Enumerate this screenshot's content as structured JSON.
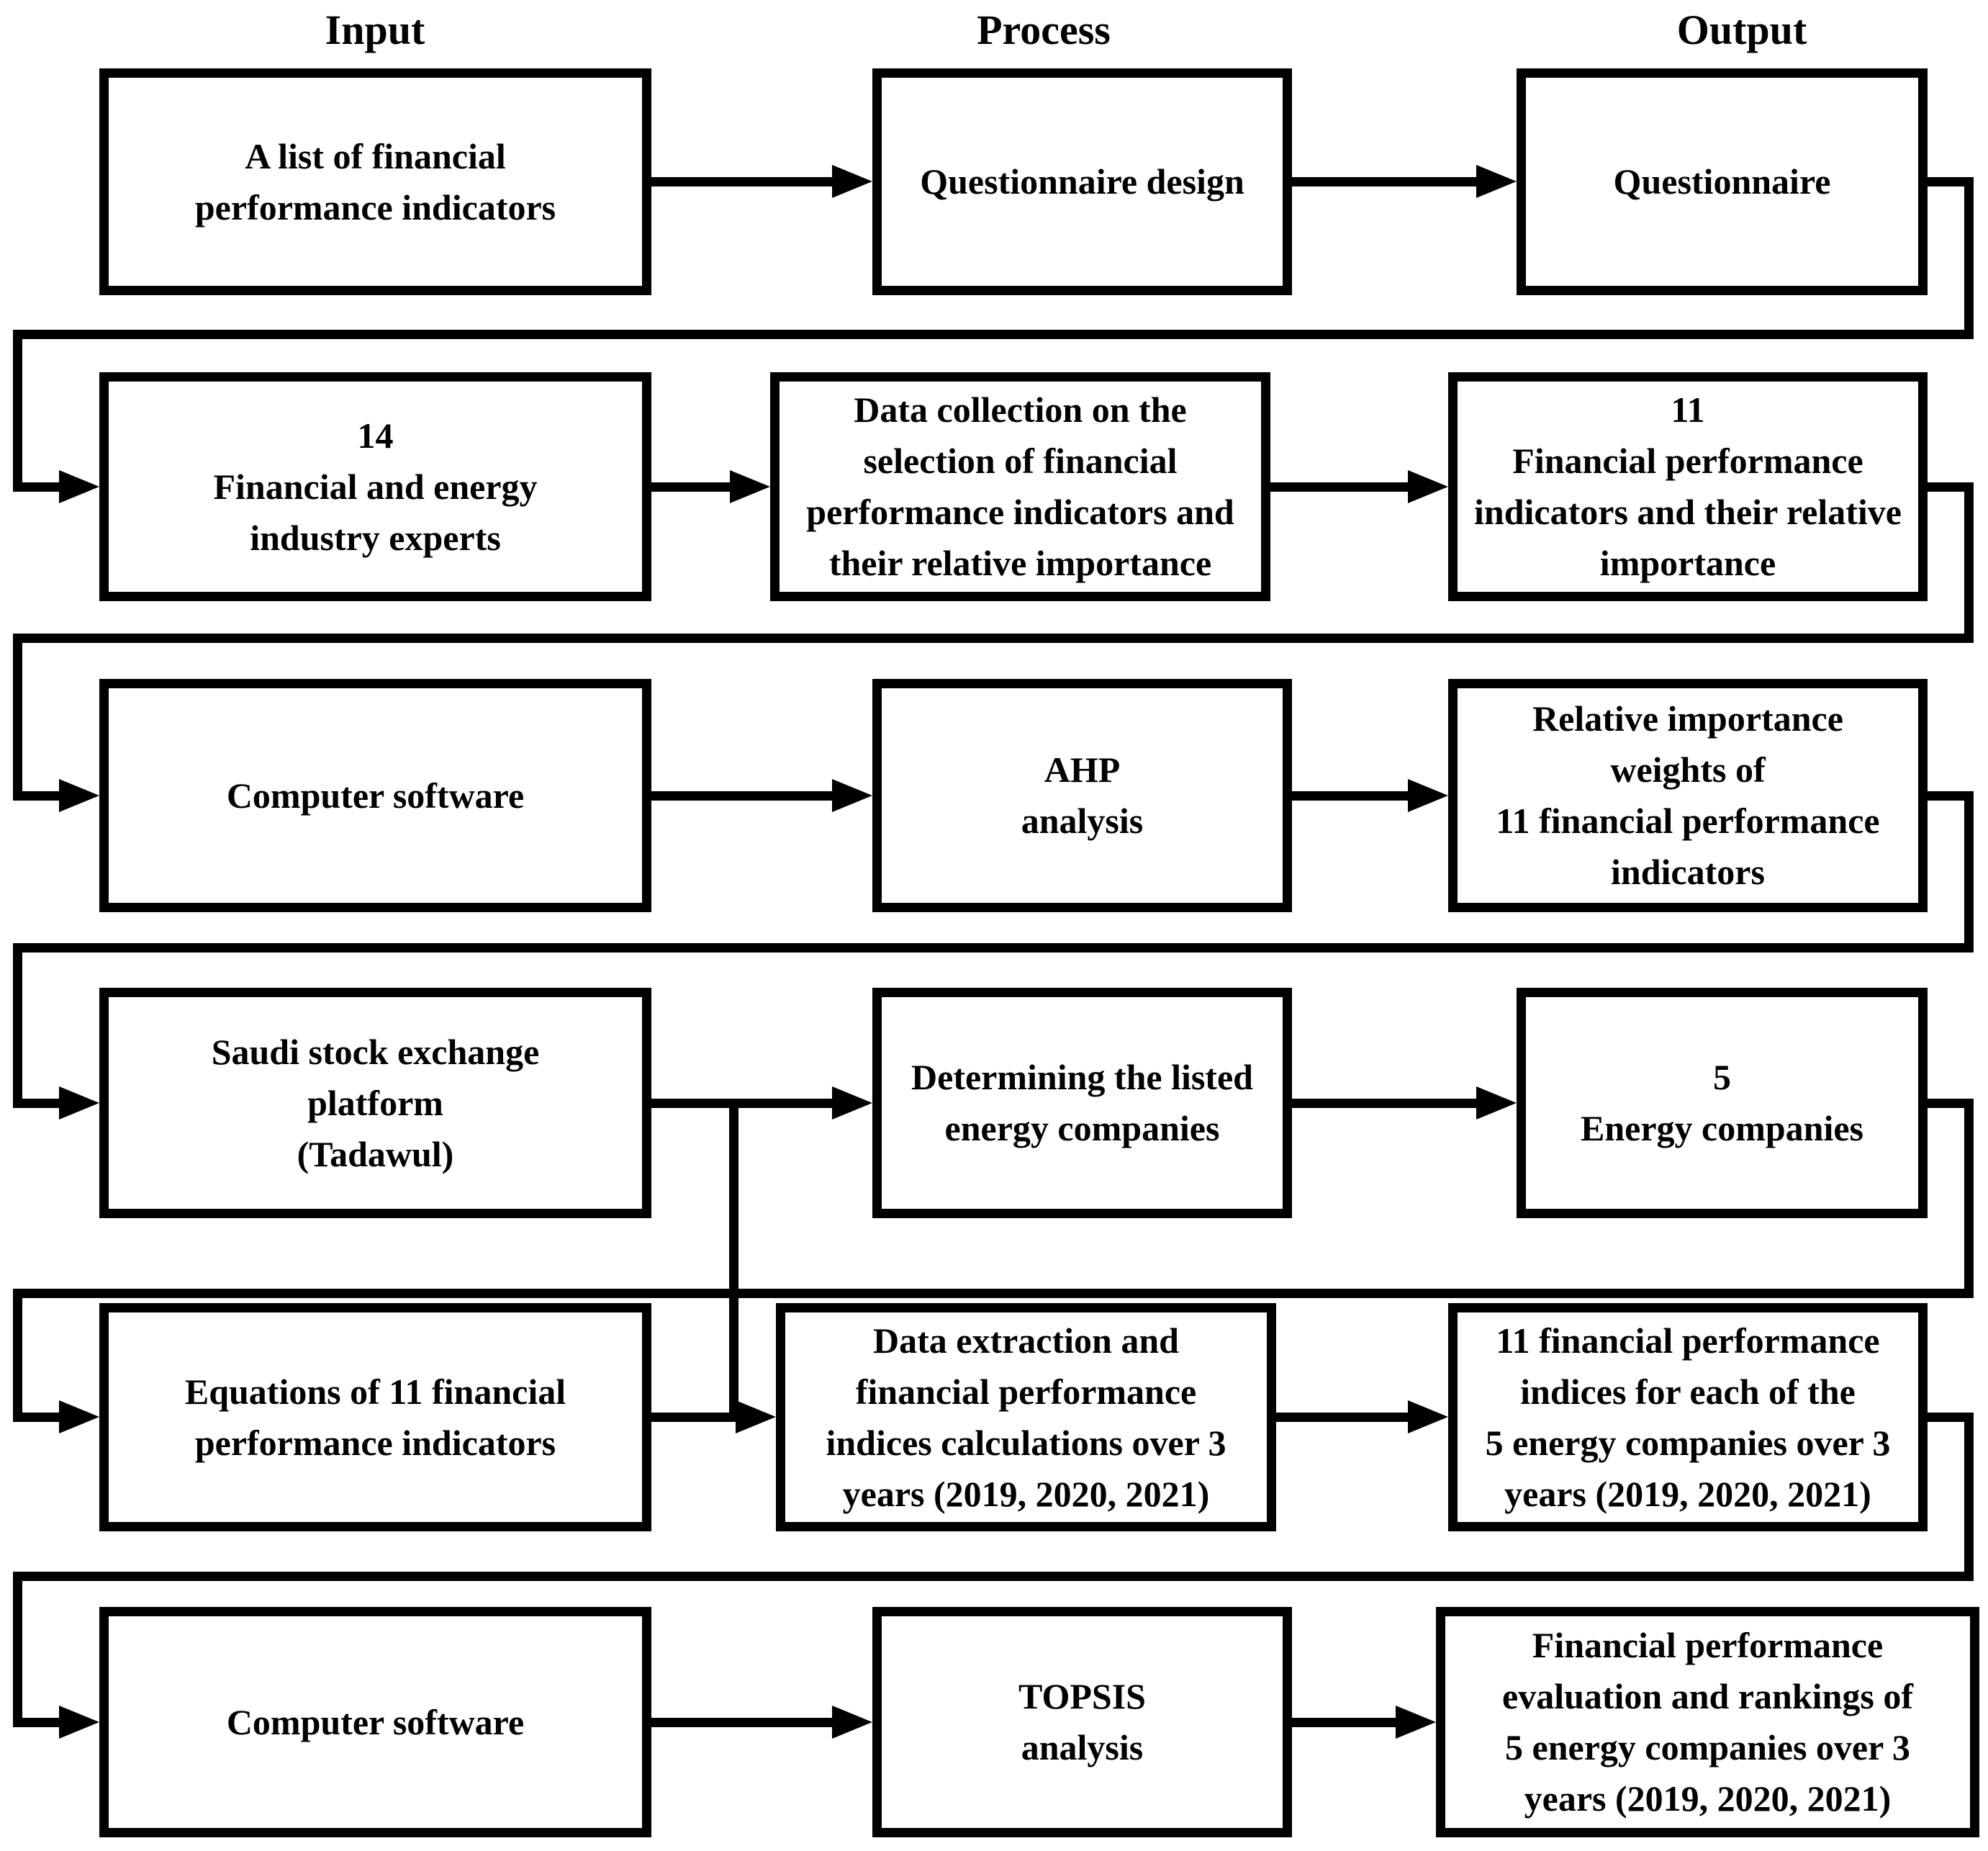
{
  "diagram": {
    "headers": {
      "input": "Input",
      "process": "Process",
      "output": "Output"
    },
    "rows": [
      {
        "input": "A list of financial\nperformance indicators",
        "process": "Questionnaire design",
        "output": "Questionnaire"
      },
      {
        "input": "14\nFinancial and energy\nindustry experts",
        "process": "Data collection on the\nselection of financial\nperformance indicators and\ntheir relative importance",
        "output": "11\nFinancial performance\nindicators and their relative\nimportance"
      },
      {
        "input": "Computer software",
        "process": "AHP\nanalysis",
        "output": "Relative importance\nweights of\n11 financial performance\nindicators"
      },
      {
        "input": "Saudi stock exchange\nplatform\n(Tadawul)",
        "process": "Determining the listed\nenergy companies",
        "output": "5\nEnergy companies"
      },
      {
        "input": "Equations of 11 financial\nperformance indicators",
        "process": "Data extraction and\nfinancial performance\nindices calculations over 3\nyears (2019, 2020, 2021)",
        "output": "11 financial performance\nindices for each of the\n5 energy companies over 3\nyears (2019, 2020, 2021)"
      },
      {
        "input": "Computer software",
        "process": "TOPSIS\nanalysis",
        "output": "Financial performance\nevaluation and rankings of\n5 energy companies over 3\nyears (2019, 2020, 2021)"
      }
    ],
    "colors": {
      "line": "#000000",
      "background": "#ffffff",
      "text": "#000000"
    }
  }
}
